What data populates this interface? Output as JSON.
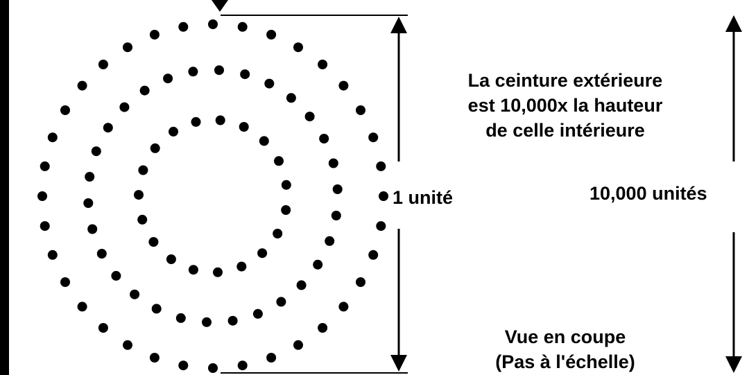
{
  "labels": {
    "description": [
      "La ceinture extérieure",
      "est 10,000x la hauteur",
      "de celle intérieure"
    ],
    "inner_measure": "1 unité",
    "outer_measure": "10,000 unités",
    "view": [
      "Vue en coupe",
      "(Pas à l'échelle)"
    ]
  },
  "colors": {
    "ink": "#000000",
    "background": "#ffffff"
  }
}
